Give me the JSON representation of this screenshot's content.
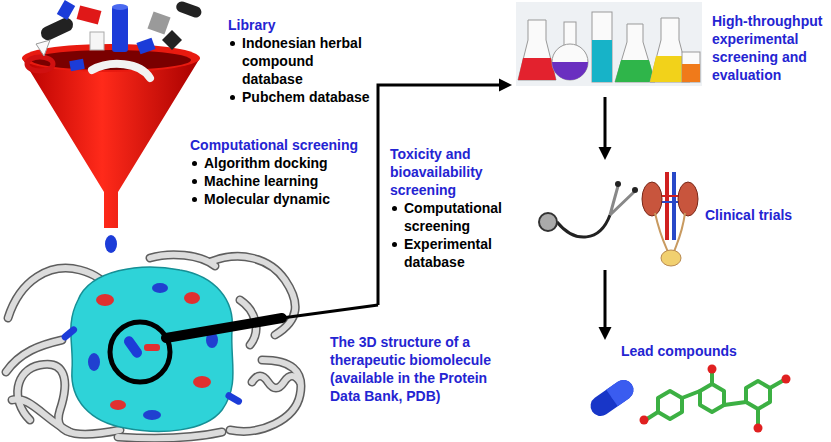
{
  "diagram": {
    "nodes": [
      {
        "text": [
          "Library",
          "Indonesian herbal compound database",
          "Pubchem database"
        ]
      },
      {
        "text": [
          "Computational screening",
          "Algorithm docking",
          "Machine learning",
          "Molecular dynamic"
        ]
      },
      {
        "text": [
          "Toxicity and bioavailability screening",
          "Computational screening",
          "Experimental database"
        ]
      },
      {
        "text": [
          "High-throughput experimental screening and evaluation"
        ]
      },
      {
        "text": [
          "Clinical trials"
        ]
      },
      {
        "text": [
          "The 3D structure of a therapeutic biomolecule (available in the Protein Data Bank, PDB)"
        ]
      },
      {
        "text": [
          "Lead compounds"
        ]
      }
    ],
    "edges": [
      {
        "from": 5,
        "to": 3,
        "arrow": "to"
      },
      {
        "from": 3,
        "to": 4,
        "arrow": "to"
      },
      {
        "from": 4,
        "to": 6,
        "arrow": "to"
      }
    ]
  }
}
